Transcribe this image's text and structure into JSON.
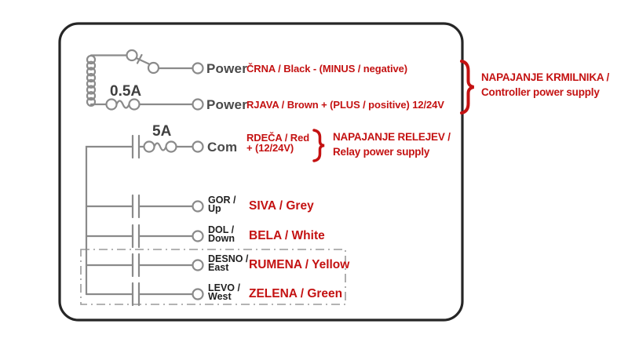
{
  "diagram_title": "Controller and relay wiring diagram",
  "colors": {
    "accent_red": "#c41212",
    "wire_grey": "#8a8a8a",
    "label_dark": "#4a4a4a",
    "label_black": "#1f1f1f",
    "border_dark": "#262626",
    "dash_box_grey": "#9a9a9a"
  },
  "icons": {
    "coil": "coil-spring",
    "switch": "no-switch-contact",
    "fuse_controller": "fuse",
    "fuse_relay": "fuse",
    "contact": "relay-contact",
    "terminal": "terminal-circle",
    "controller_brace": "curly-brace",
    "relay_brace": "curly-brace"
  },
  "fuses": {
    "controller": "0.5A",
    "relay": "5A"
  },
  "power_rows": [
    {
      "terminal": "Power",
      "wire": "ČRNA / Black - (MINUS / negative)"
    },
    {
      "terminal": "Power",
      "wire": "RJAVA / Brown + (PLUS / positive) 12/24V"
    }
  ],
  "com_row": {
    "terminal": "Com",
    "wire_line1": "RDEČA / Red",
    "wire_line2": "+ (12/24V)"
  },
  "relay_rows": [
    {
      "label_line1": "GOR /",
      "label_line2": "Up",
      "wire": "SIVA / Grey"
    },
    {
      "label_line1": "DOL /",
      "label_line2": "Down",
      "wire": "BELA / White"
    },
    {
      "label_line1": "DESNO /",
      "label_line2": "East",
      "wire": "RUMENA / Yellow"
    },
    {
      "label_line1": "LEVO /",
      "label_line2": "West",
      "wire": "ZELENA / Green"
    }
  ],
  "annotations": {
    "controller_supply": {
      "line1": "NAPAJANJE KRMILNIKA /",
      "line2": "Controller power supply"
    },
    "relay_supply": {
      "line1": "NAPAJANJE RELEJEV /",
      "line2": "Relay power supply"
    }
  }
}
